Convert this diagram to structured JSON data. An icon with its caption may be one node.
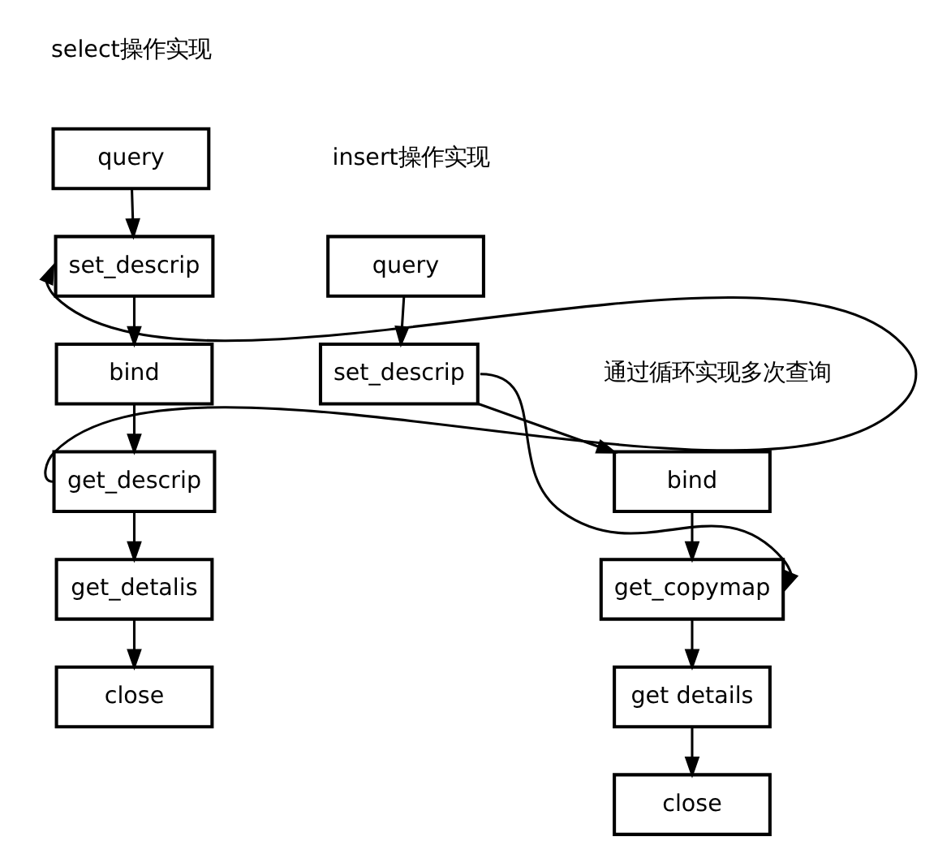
{
  "diagram": {
    "nodes": [
      {
        "text": [
          "query"
        ]
      },
      {
        "text": [
          "set_descrip"
        ]
      },
      {
        "text": [
          "bind"
        ]
      },
      {
        "text": [
          "get_descrip"
        ]
      },
      {
        "text": [
          "get_detalis"
        ]
      },
      {
        "text": [
          "close"
        ]
      },
      {
        "text": [
          "query"
        ]
      },
      {
        "text": [
          "set_descrip"
        ]
      },
      {
        "text": [
          "bind"
        ]
      },
      {
        "text": [
          "get_copymap"
        ]
      },
      {
        "text": [
          "get details"
        ]
      },
      {
        "text": [
          "close"
        ]
      }
    ],
    "edges": [
      {
        "from": 0,
        "to": 1,
        "arrow": "to"
      },
      {
        "from": 1,
        "to": 2,
        "arrow": "to"
      },
      {
        "from": 2,
        "to": 3,
        "arrow": "to"
      },
      {
        "from": 3,
        "to": 4,
        "arrow": "to"
      },
      {
        "from": 4,
        "to": 5,
        "arrow": "to"
      },
      {
        "from": 3,
        "to": 1,
        "arrow": "to"
      },
      {
        "from": 6,
        "to": 7,
        "arrow": "to"
      },
      {
        "from": 7,
        "to": 8,
        "arrow": "to"
      },
      {
        "from": 8,
        "to": 9,
        "arrow": "to"
      },
      {
        "from": 9,
        "to": 10,
        "arrow": "to"
      },
      {
        "from": 10,
        "to": 11,
        "arrow": "to"
      },
      {
        "from": 7,
        "to": 9,
        "arrow": "to"
      }
    ],
    "labels": [
      "select操作实现",
      "insert操作实现",
      "通过循环实现多次查询"
    ]
  }
}
